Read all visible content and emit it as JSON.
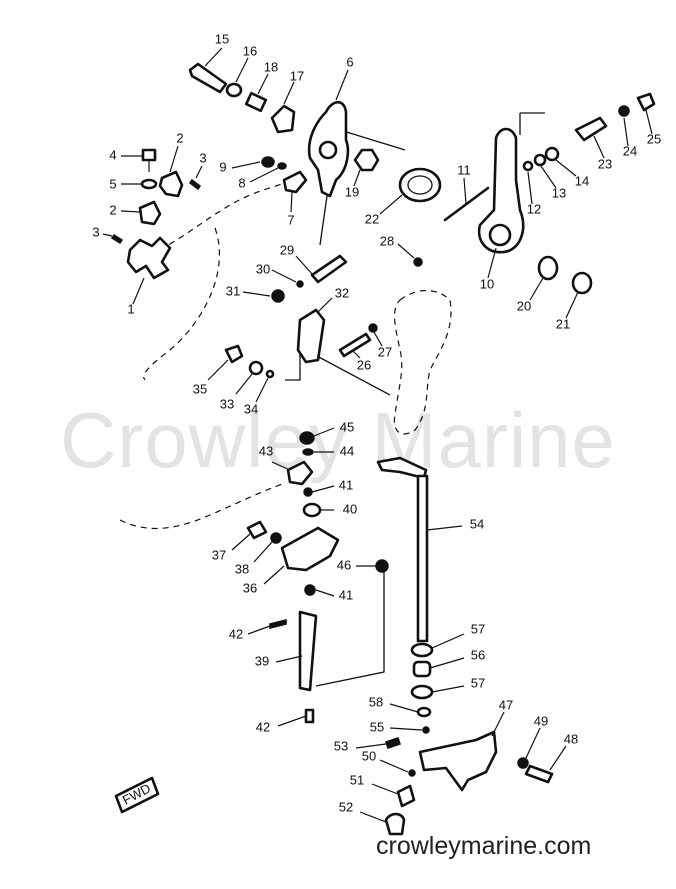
{
  "watermark": "Crowley Marine",
  "footer": "crowleymarine.com",
  "fwd_label": "FWD",
  "part_numbers": [
    "1",
    "2",
    "2",
    "3",
    "3",
    "4",
    "5",
    "6",
    "7",
    "8",
    "9",
    "10",
    "11",
    "12",
    "13",
    "14",
    "15",
    "16",
    "17",
    "18",
    "19",
    "20",
    "21",
    "22",
    "23",
    "24",
    "25",
    "26",
    "27",
    "28",
    "29",
    "30",
    "31",
    "32",
    "33",
    "34",
    "35",
    "36",
    "37",
    "38",
    "39",
    "40",
    "41",
    "41",
    "42",
    "42",
    "43",
    "44",
    "45",
    "46",
    "47",
    "48",
    "49",
    "50",
    "51",
    "52",
    "53",
    "54",
    "55",
    "56",
    "57",
    "57",
    "58"
  ]
}
